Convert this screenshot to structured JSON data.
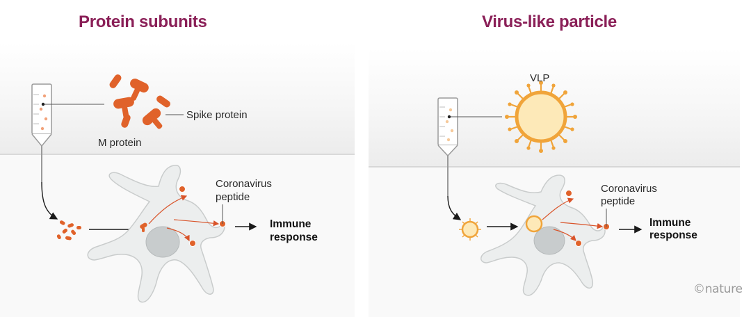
{
  "left_panel": {
    "title": "Protein subunits",
    "spike_label": "Spike protein",
    "m_label": "M protein",
    "peptide_label_line1": "Coronavirus",
    "peptide_label_line2": "peptide",
    "response_line1": "Immune",
    "response_line2": "response"
  },
  "right_panel": {
    "title": "Virus-like particle",
    "vlp_label": "VLP",
    "peptide_label_line1": "Coronavirus",
    "peptide_label_line2": "peptide",
    "response_line1": "Immune",
    "response_line2": "response"
  },
  "credit": "©nature",
  "colors": {
    "title": "#8a1f57",
    "protein": "#e0622a",
    "vlp_fill": "#fde9b8",
    "vlp_ring": "#f0a43a",
    "cell": "#eceeee",
    "band": "#f2f2f2"
  }
}
